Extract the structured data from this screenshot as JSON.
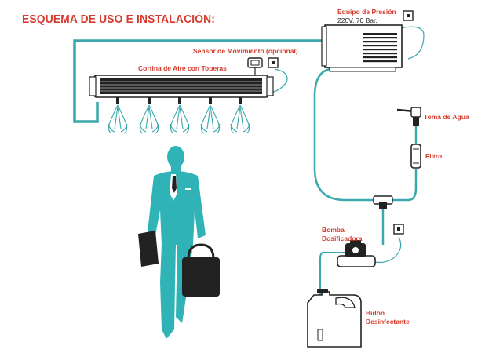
{
  "title": "ESQUEMA DE USO E INSTALACIÓN:",
  "labels": {
    "pressure_unit": "Equipo de Presión",
    "pressure_spec": "220V. 70 Bar.",
    "motion_sensor": "Sensor de Movimiento (opcional)",
    "air_curtain": "Cortina de Aire con Toberas",
    "water_inlet": "Toma de Agua",
    "filter": "Filtro",
    "pump_line1": "Bomba",
    "pump_line2": "Dosificadora",
    "jug_line1": "Bidón",
    "jug_line2": "Desinfectante"
  },
  "colors": {
    "accent_red": "#d53a2c",
    "pipe_teal": "#3aa8ac",
    "figure_teal": "#2fb3b6",
    "dark": "#222222"
  },
  "icons": [
    "outlet-icon",
    "motion-sensor-icon",
    "water-tap-icon",
    "filter-icon",
    "pump-icon",
    "jug-icon",
    "briefcase-icon",
    "folder-icon"
  ]
}
